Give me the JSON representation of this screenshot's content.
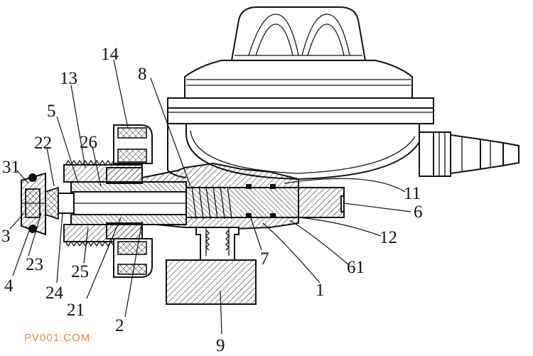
{
  "labels": [
    {
      "id": "31",
      "text": "31"
    },
    {
      "id": "22",
      "text": "22"
    },
    {
      "id": "5",
      "text": "5"
    },
    {
      "id": "13",
      "text": "13"
    },
    {
      "id": "14",
      "text": "14"
    },
    {
      "id": "26",
      "text": "26"
    },
    {
      "id": "8",
      "text": "8"
    },
    {
      "id": "11",
      "text": "11"
    },
    {
      "id": "6",
      "text": "6"
    },
    {
      "id": "12",
      "text": "12"
    },
    {
      "id": "61",
      "text": "61"
    },
    {
      "id": "1",
      "text": "1"
    },
    {
      "id": "7",
      "text": "7"
    },
    {
      "id": "9",
      "text": "9"
    },
    {
      "id": "2",
      "text": "2"
    },
    {
      "id": "21",
      "text": "21"
    },
    {
      "id": "25",
      "text": "25"
    },
    {
      "id": "24",
      "text": "24"
    },
    {
      "id": "23",
      "text": "23"
    },
    {
      "id": "4",
      "text": "4"
    },
    {
      "id": "3",
      "text": "3"
    }
  ],
  "watermark": "PV001.COM",
  "colors": {
    "line": "#111111",
    "watermark": "#e2874a",
    "background": "#ffffff"
  }
}
